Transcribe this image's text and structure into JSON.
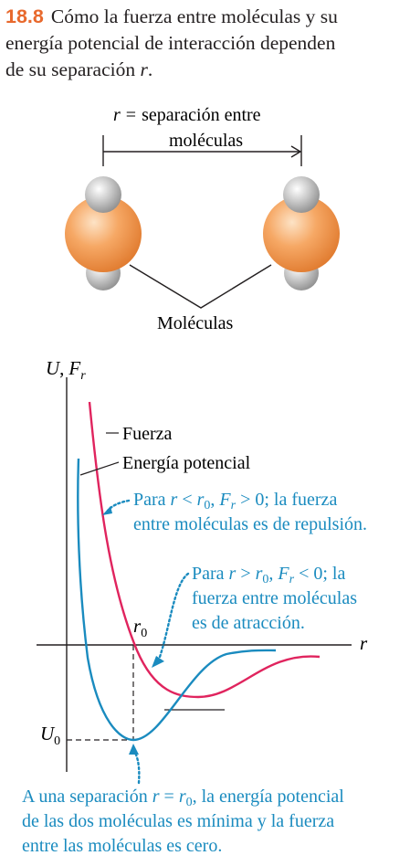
{
  "figure": {
    "number": "18.8",
    "caption_line1": "Cómo la fuerza entre moléculas y su",
    "caption_line2": "energía potencial de interacción dependen",
    "caption_line3_prefix": "de su separación ",
    "caption_line3_var": "r",
    "caption_line3_suffix": "."
  },
  "molecules_diagram": {
    "separation_label_var": "r",
    "separation_label_eq": "=",
    "separation_label_line1": "separación entre",
    "separation_label_line2": "moléculas",
    "molecules_label": "Moléculas"
  },
  "graph": {
    "y_axis_label_U": "U",
    "y_axis_label_sep": ",",
    "y_axis_label_F": "F",
    "y_axis_label_F_sub": "r",
    "x_axis_label": "r",
    "r0_label": "r",
    "r0_sub": "0",
    "U0_label": "U",
    "U0_sub": "0",
    "legend_force": "Fuerza",
    "legend_potential": "Energía potencial",
    "note_repulsion": {
      "l1_a": "Para ",
      "l1_r": "r",
      "l1_lt": " < ",
      "l1_r0": "r",
      "l1_r0sub": "0",
      "l1_comma": ", ",
      "l1_F": "F",
      "l1_Fsub": "r",
      "l1_gt": " > 0; la fuerza",
      "l2": "entre moléculas es de repulsión."
    },
    "note_attraction": {
      "l1_a": "Para ",
      "l1_r": "r",
      "l1_gt": " > ",
      "l1_r0": "r",
      "l1_r0sub": "0",
      "l1_comma": ", ",
      "l1_F": "F",
      "l1_Fsub": "r",
      "l1_lt": " < 0; la",
      "l2": "fuerza entre moléculas",
      "l3": "es de atracción."
    },
    "note_bottom": {
      "l1_a": "A una separación ",
      "l1_r": "r",
      "l1_eq": " = ",
      "l1_r0": "r",
      "l1_r0sub": "0",
      "l1_b": ", la energía potencial",
      "l2": "de las dos moléculas es mínima y la fuerza",
      "l3": "entre las moléculas es cero."
    },
    "colors": {
      "force": "#e0245e",
      "potential": "#1a8bbf",
      "note_text": "#1a8bbf",
      "accent": "#e8692d",
      "molecule_big": "#f29a57",
      "molecule_small": "#b5b5b5"
    }
  }
}
